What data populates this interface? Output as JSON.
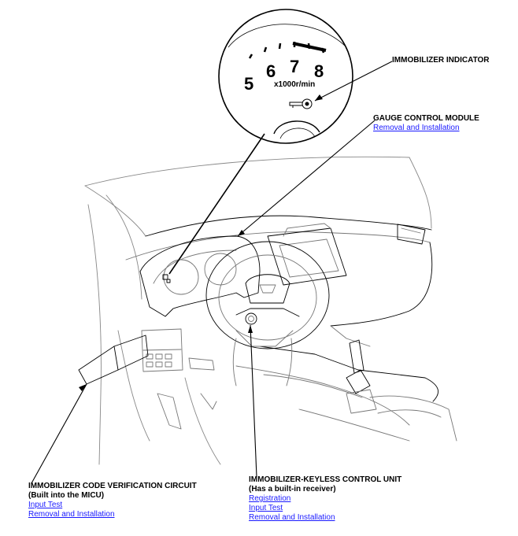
{
  "gauge": {
    "numbers": [
      "5",
      "6",
      "7",
      "8"
    ],
    "unit": "x1000r/min"
  },
  "callouts": {
    "immobilizer_indicator": {
      "title": "IMMOBILIZER INDICATOR"
    },
    "gauge_control_module": {
      "title": "GAUGE CONTROL MODULE",
      "links": [
        "Removal and Installation"
      ]
    },
    "code_verification": {
      "title": "IMMOBILIZER CODE VERIFICATION CIRCUIT",
      "subtitle": "(Built into the MICU)",
      "links": [
        "Input Test",
        "Removal and Installation"
      ]
    },
    "keyless_control": {
      "title": "IMMOBILIZER-KEYLESS CONTROL UNIT",
      "subtitle": "(Has a built-in receiver)",
      "links": [
        "Registration",
        "Input Test",
        "Removal and Installation"
      ]
    }
  }
}
